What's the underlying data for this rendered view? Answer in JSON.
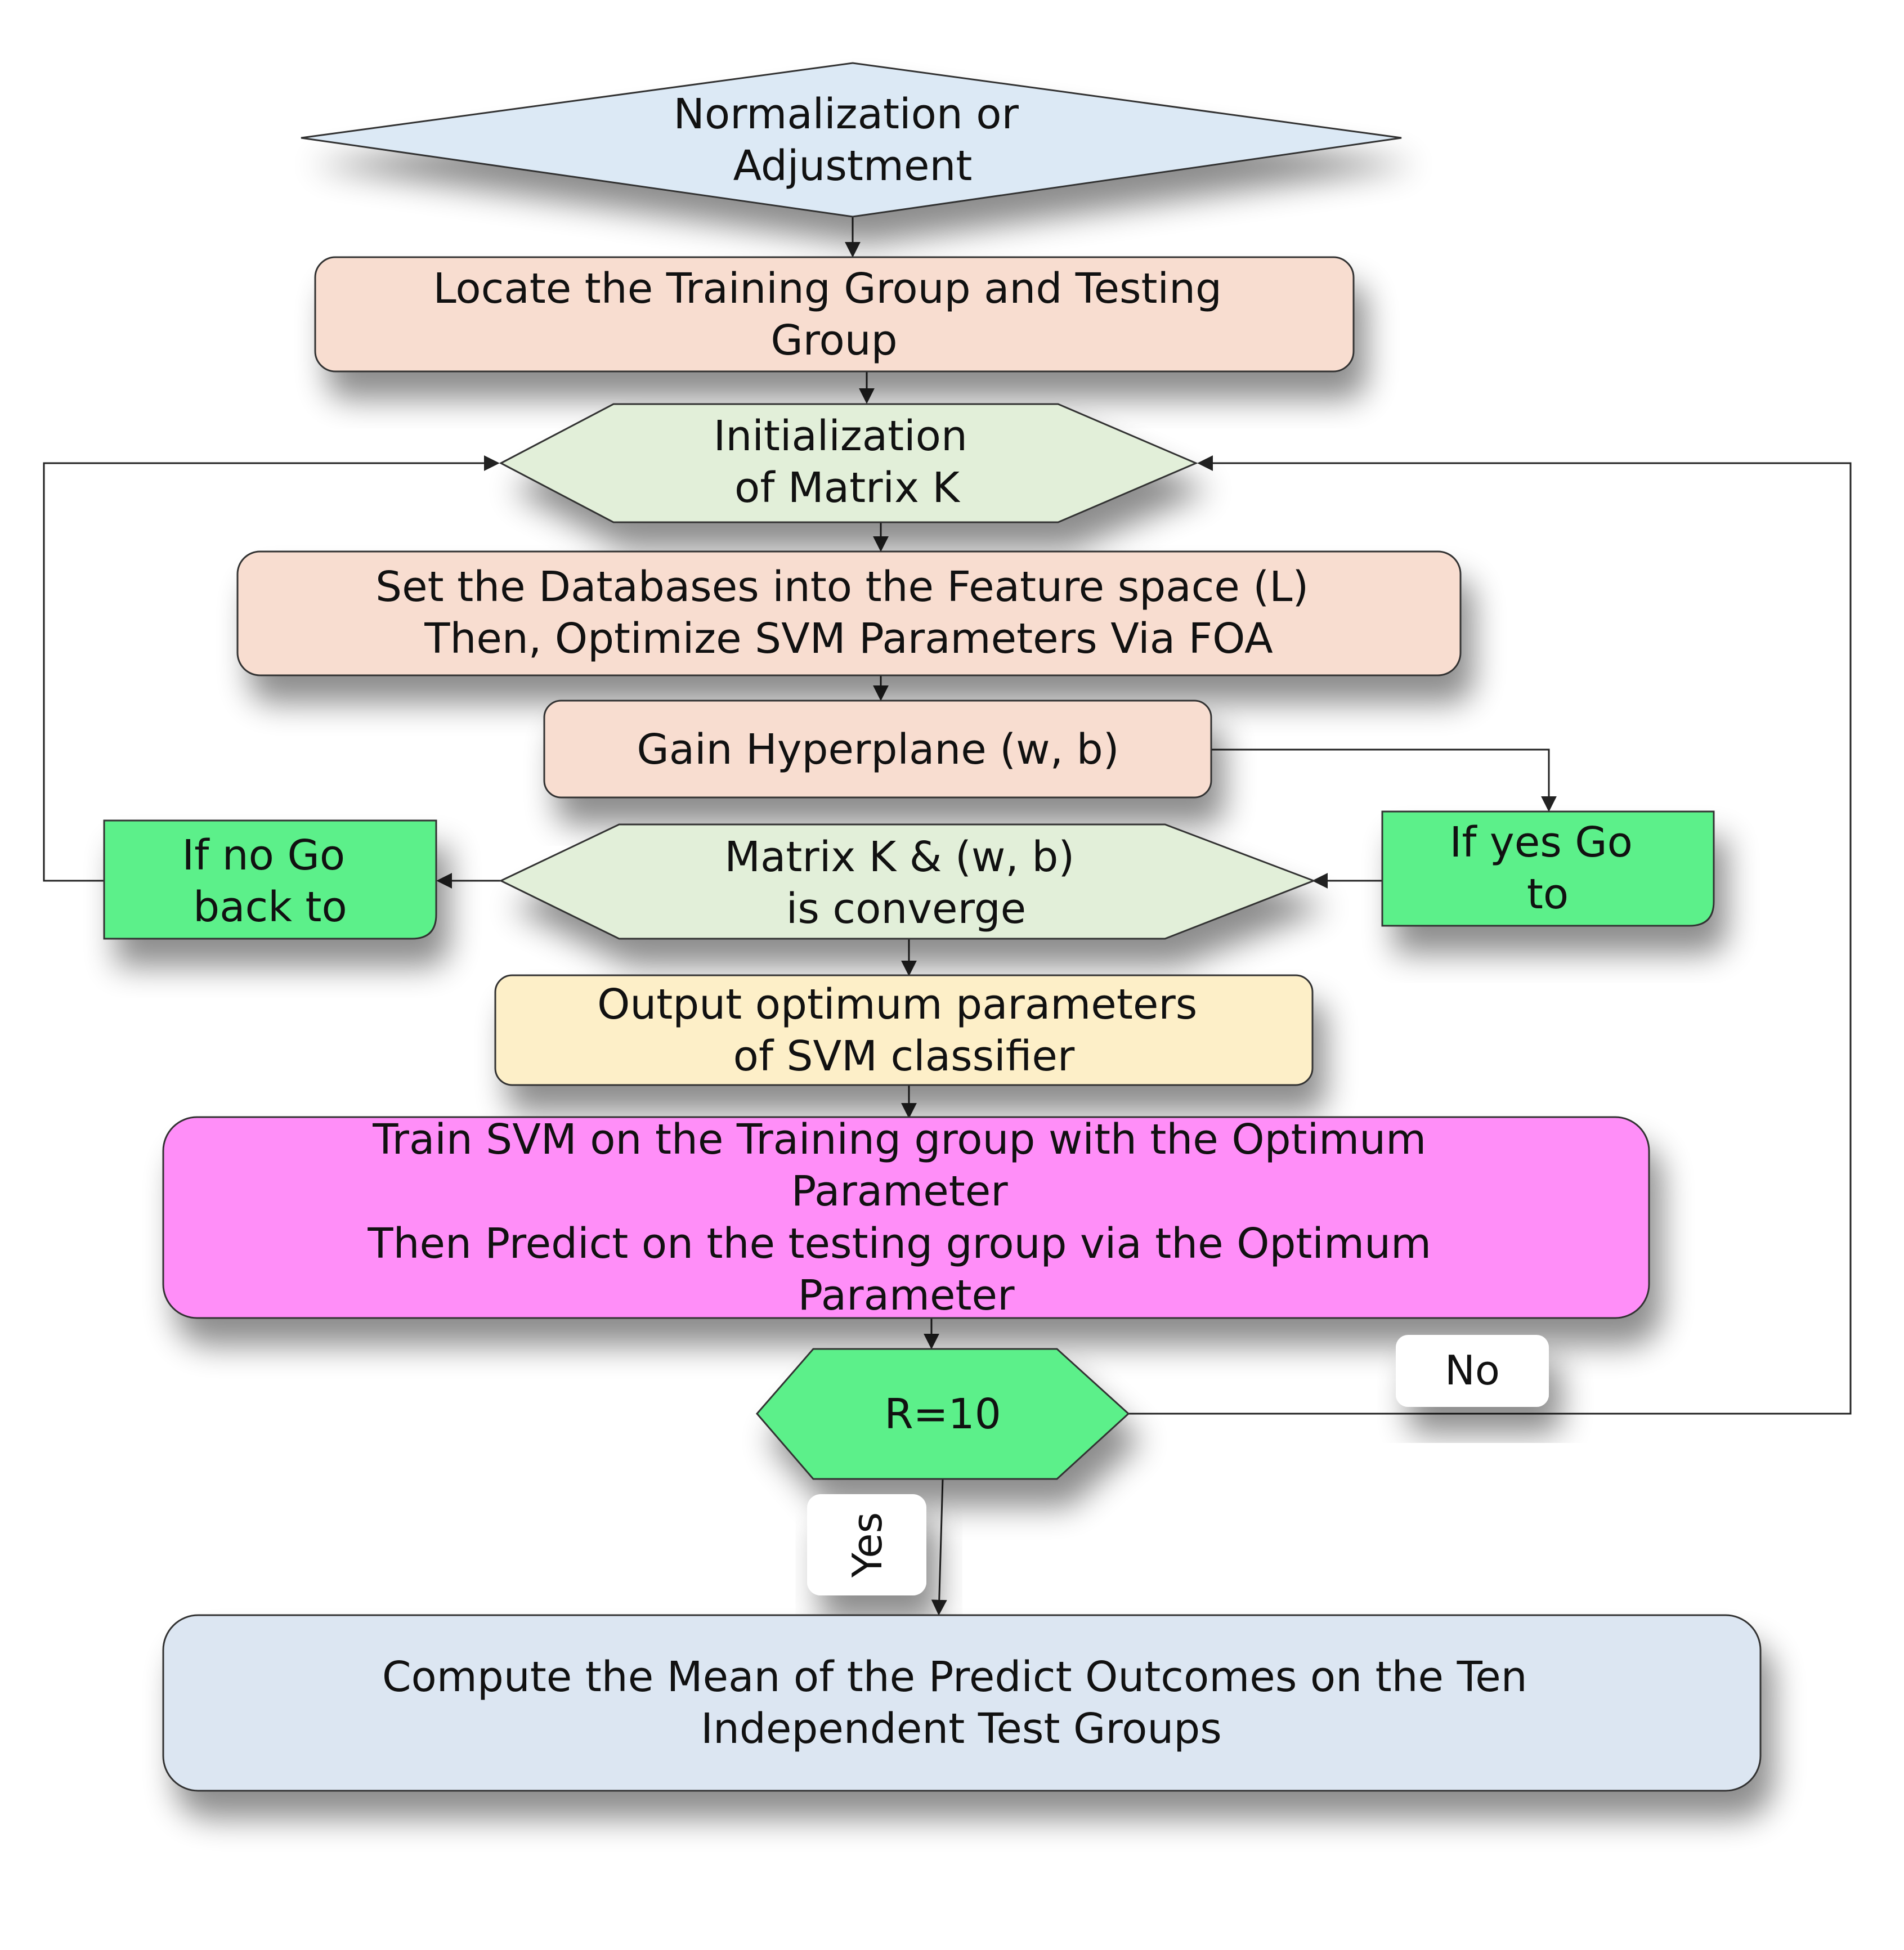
{
  "flowchart": {
    "start": {
      "lines": [
        "Normalization or",
        "Adjustment"
      ]
    },
    "locate": {
      "lines": [
        "Locate the Training Group and Testing",
        "Group"
      ]
    },
    "init": {
      "lines": [
        "Initialization",
        "of Matrix K"
      ]
    },
    "set_db": {
      "lines": [
        "Set the Databases into the Feature space (L)",
        "Then, Optimize SVM Parameters Via FOA"
      ]
    },
    "gain": {
      "lines": [
        "Gain Hyperplane (w, b)"
      ]
    },
    "converge": {
      "lines": [
        "Matrix K & (w, b)",
        "is converge"
      ]
    },
    "if_no": {
      "lines": [
        "If no Go",
        "back to"
      ]
    },
    "if_yes": {
      "lines": [
        "If yes Go",
        "to"
      ]
    },
    "output": {
      "lines": [
        "Output optimum parameters",
        "of SVM classifier"
      ]
    },
    "train": {
      "lines": [
        "Train SVM on the Training group with the Optimum",
        "Parameter",
        "Then Predict on the testing group via the Optimum",
        "Parameter"
      ]
    },
    "check": {
      "lines": [
        "R=10"
      ]
    },
    "label_no": {
      "text": "No"
    },
    "label_yes": {
      "text": "Yes"
    },
    "compute": {
      "lines": [
        "Compute the Mean of the Predict Outcomes on the Ten",
        "Independent Test Groups"
      ]
    }
  },
  "colors": {
    "diamond_fill": "#dce9f5",
    "process_fill": "#f8ddd0",
    "hexagon_fill": "#e2efd9",
    "green_fill": "#5cf08a",
    "output_fill": "#fdefc8",
    "train_fill": "#ff8ef8",
    "compute_fill": "#dce6f2",
    "badge_fill": "#ffffff"
  }
}
